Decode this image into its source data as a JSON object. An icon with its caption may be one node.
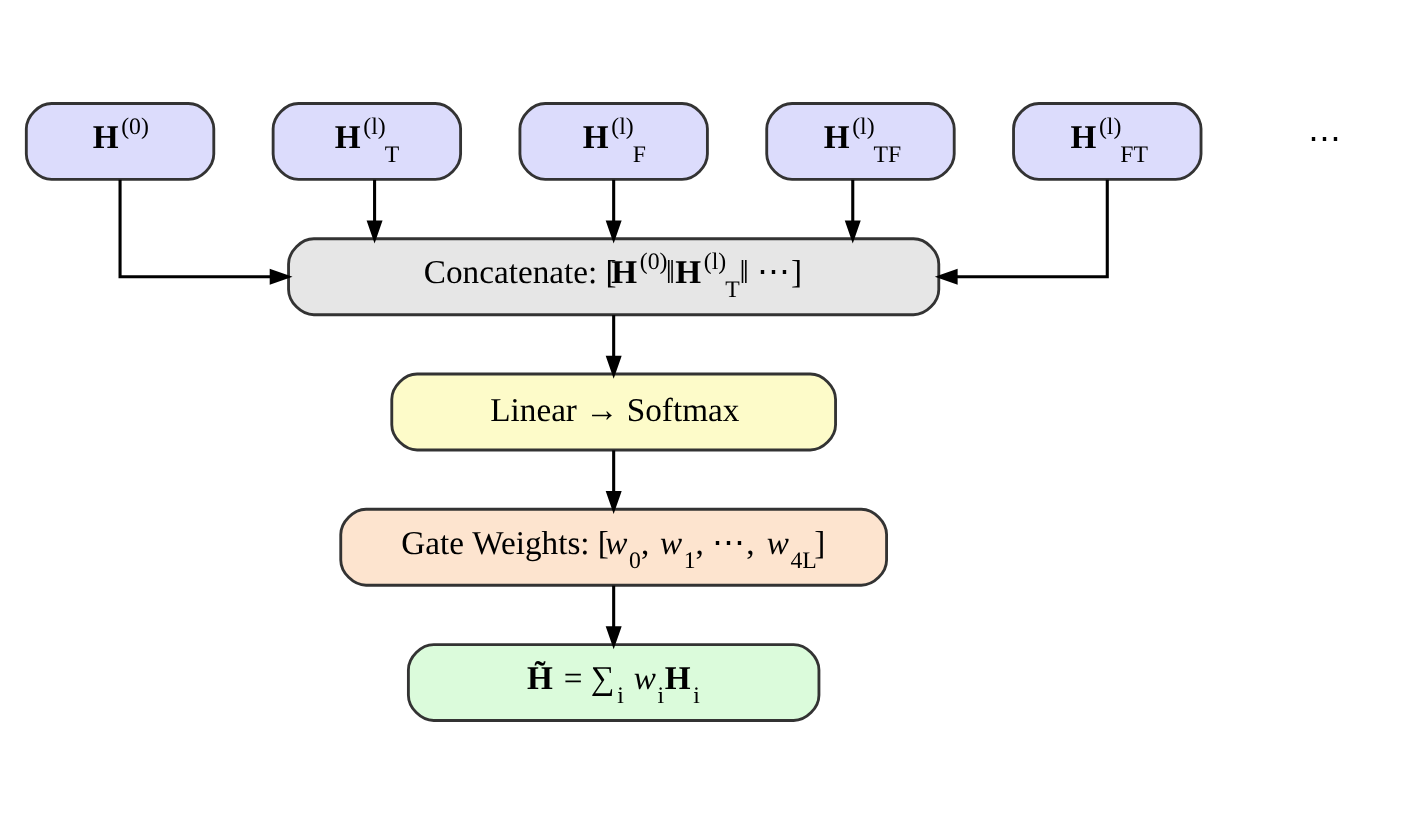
{
  "diagram": {
    "nodes": [
      {
        "text": [
          "**H**$^{(0)}$"
        ]
      },
      {
        "text": [
          "**H**$^{(l)}$$_{T}$"
        ]
      },
      {
        "text": [
          "**H**$^{(l)}$$_{F}$"
        ]
      },
      {
        "text": [
          "**H**$^{(l)}$$_{TF}$"
        ]
      },
      {
        "text": [
          "**H**$^{(l)}$$_{FT}$"
        ]
      },
      {
        "text": [
          "Concatenate: [**H**$^{(0)}$‖**H**$^{(l)}$$_{T}$‖ ⋯]"
        ]
      },
      {
        "text": [
          "Linear → Softmax"
        ]
      },
      {
        "text": [
          "Gate Weights: [*w*$_{0}$, *w*$_{1}$, ⋯, *w*$_{4L}$]"
        ]
      },
      {
        "text": [
          "**H̃** = ∑$_{i}$ *w*$_{i}$**H**$_{i}$"
        ]
      }
    ],
    "edges": [
      {
        "from": 0,
        "to": 5,
        "arrow": "to"
      },
      {
        "from": 1,
        "to": 5,
        "arrow": "to"
      },
      {
        "from": 2,
        "to": 5,
        "arrow": "to"
      },
      {
        "from": 3,
        "to": 5,
        "arrow": "to"
      },
      {
        "from": 4,
        "to": 5,
        "arrow": "to"
      },
      {
        "from": 5,
        "to": 6,
        "arrow": "to"
      },
      {
        "from": 6,
        "to": 7,
        "arrow": "to"
      },
      {
        "from": 7,
        "to": 8,
        "arrow": "to"
      }
    ],
    "labels": [
      "⋯"
    ]
  }
}
